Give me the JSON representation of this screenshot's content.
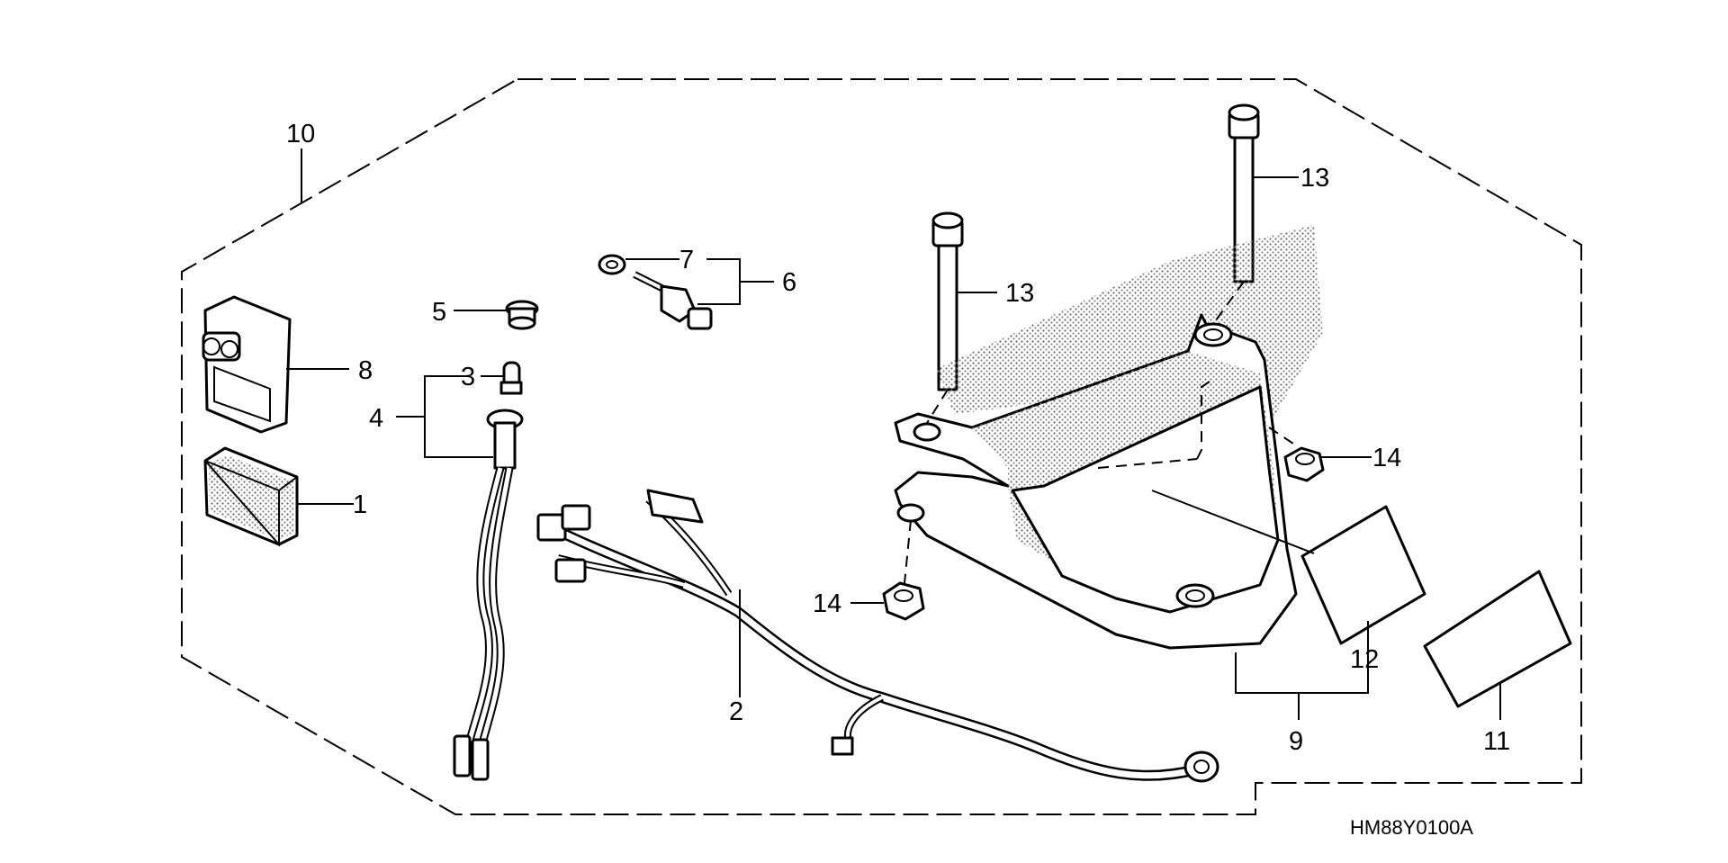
{
  "diagram": {
    "drawing_code": "HM88Y0100A",
    "callouts": [
      {
        "id": "c10",
        "text": "10"
      },
      {
        "id": "c8",
        "text": "8"
      },
      {
        "id": "c1",
        "text": "1"
      },
      {
        "id": "c5",
        "text": "5"
      },
      {
        "id": "c3",
        "text": "3"
      },
      {
        "id": "c4",
        "text": "4"
      },
      {
        "id": "c7",
        "text": "7"
      },
      {
        "id": "c6",
        "text": "6"
      },
      {
        "id": "c13a",
        "text": "13"
      },
      {
        "id": "c13b",
        "text": "13"
      },
      {
        "id": "c14a",
        "text": "14"
      },
      {
        "id": "c14b",
        "text": "14"
      },
      {
        "id": "c2",
        "text": "2"
      },
      {
        "id": "c12",
        "text": "12"
      },
      {
        "id": "c9",
        "text": "9"
      },
      {
        "id": "c11",
        "text": "11"
      }
    ]
  }
}
